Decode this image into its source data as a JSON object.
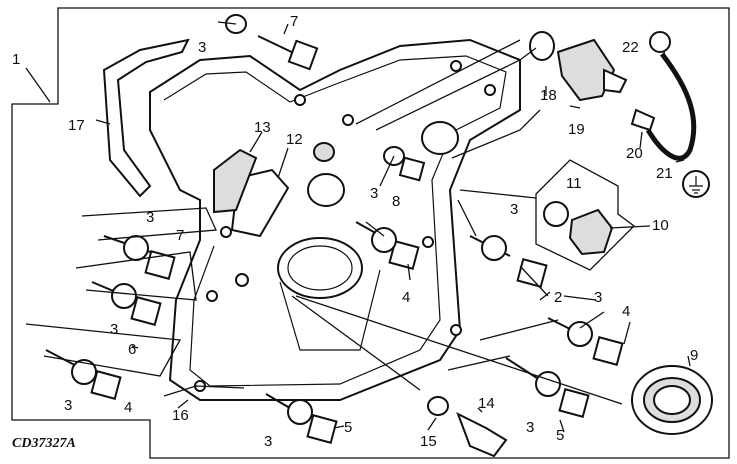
{
  "figure_id": "CD37327A",
  "callouts": [
    "1",
    "2",
    "3",
    "4",
    "5",
    "6",
    "7",
    "8",
    "9",
    "10",
    "11",
    "12",
    "13",
    "14",
    "15",
    "16",
    "17",
    "18",
    "19",
    "20",
    "21",
    "22"
  ],
  "colors": {
    "ink": "#111111",
    "paper": "#ffffff",
    "shade": "#dddddd"
  }
}
